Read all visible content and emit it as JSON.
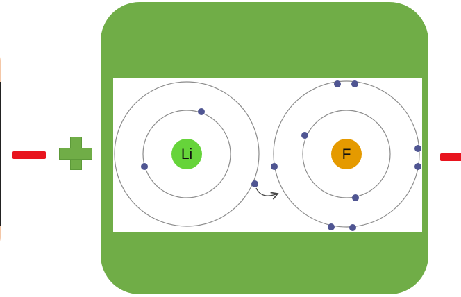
{
  "diagram": {
    "atoms": [
      {
        "id": "lithium",
        "symbol": "Li",
        "nucleus_color": "#66d43a",
        "shells": [
          {
            "electrons": 2
          },
          {
            "electrons": 1
          }
        ]
      },
      {
        "id": "fluorine",
        "symbol": "F",
        "nucleus_color": "#e59a00",
        "shells": [
          {
            "electrons": 2
          },
          {
            "electrons": 7
          }
        ]
      }
    ],
    "transfer": {
      "from": "lithium",
      "to": "fluorine"
    }
  },
  "colors": {
    "card_background": "#70ad47",
    "panel_background": "#ffffff",
    "shell_stroke": "#8c8c8c",
    "electron": "#4f5592",
    "minus_sign": "#e8141e",
    "plus_sign": "#70ad47",
    "left_card": "#fbe5d6"
  },
  "icons": {
    "left": [
      "minus-sign-icon",
      "plus-sign-icon"
    ],
    "right": [
      "minus-sign-icon"
    ],
    "transfer": "curved-arrow-icon"
  }
}
